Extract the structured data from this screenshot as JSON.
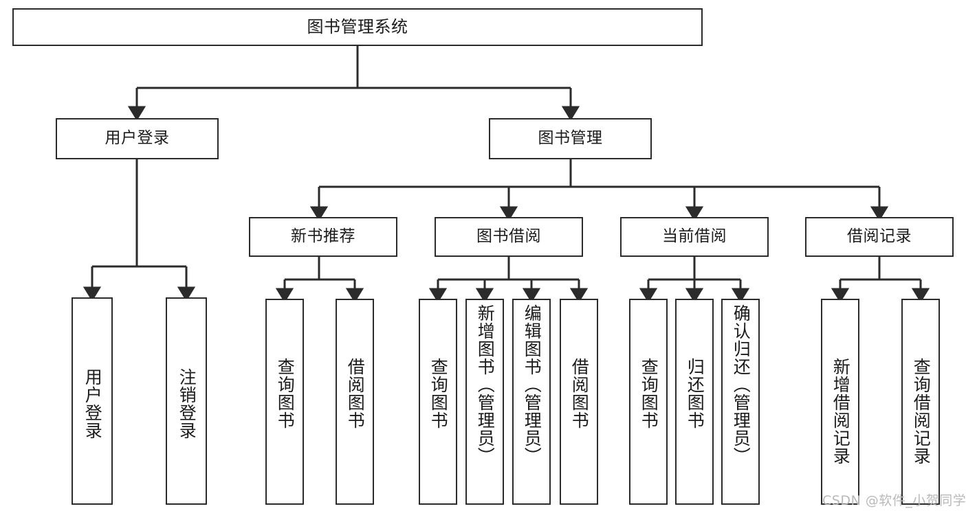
{
  "diagram": {
    "title": "图书管理系统",
    "type": "tree-hierarchy-chart",
    "stroke_color": "#2b2b2b",
    "text_color": "#1b1b1b",
    "background_color": "#ffffff",
    "levels": 4,
    "nodes": {
      "root": {
        "label": "图书管理系统"
      },
      "tier2": [
        {
          "label": "用户登录"
        },
        {
          "label": "图书管理"
        }
      ],
      "tier3": [
        {
          "label": "新书推荐"
        },
        {
          "label": "图书借阅"
        },
        {
          "label": "当前借阅"
        },
        {
          "label": "借阅记录"
        }
      ],
      "leaves_user_login": [
        {
          "label": "用户登录"
        },
        {
          "label": "注销登录"
        }
      ],
      "leaves_new_book": [
        {
          "label": "查询图书"
        },
        {
          "label": "借阅图书"
        }
      ],
      "leaves_borrow": [
        {
          "label": "查询图书"
        },
        {
          "label": "新增图书（管理员）"
        },
        {
          "label": "编辑图书（管理员）"
        },
        {
          "label": "借阅图书"
        }
      ],
      "leaves_current": [
        {
          "label": "查询图书"
        },
        {
          "label": "归还图书"
        },
        {
          "label": "确认归还（管理员）"
        }
      ],
      "leaves_records": [
        {
          "label": "新增借阅记录"
        },
        {
          "label": "查询借阅记录"
        }
      ]
    }
  },
  "watermark": {
    "text": "CSDN @软件_小贺同学"
  }
}
